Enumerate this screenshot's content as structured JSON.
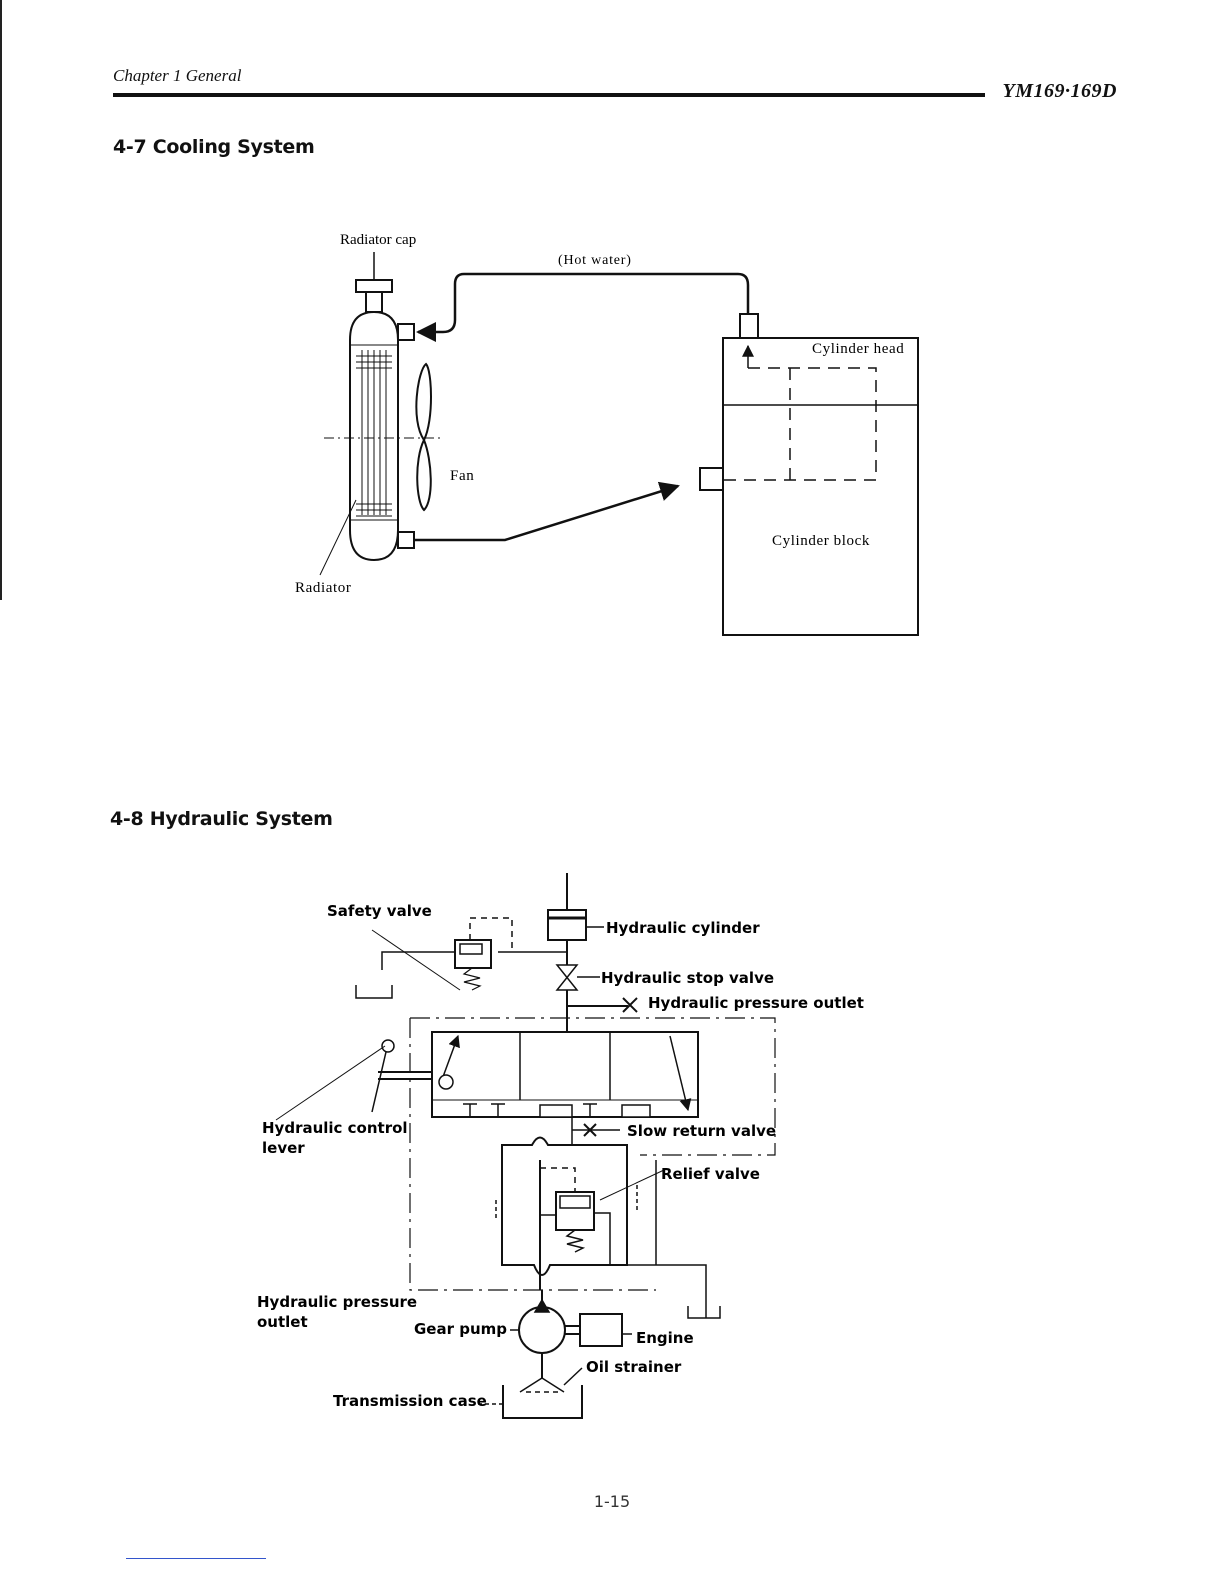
{
  "header": {
    "chapter": "Chapter 1  General",
    "model": "YM169·169D"
  },
  "sections": {
    "cooling": {
      "title": "4-7  Cooling System",
      "labels": {
        "radiator_cap": "Radiator cap",
        "hot_water": "(Hot water)",
        "cylinder_head": "Cylinder head",
        "fan": "Fan",
        "cylinder_block": "Cylinder block",
        "radiator": "Radiator"
      }
    },
    "hydraulic": {
      "title": "4-8  Hydraulic System",
      "labels": {
        "safety_valve": "Safety valve",
        "hydraulic_cylinder": "Hydraulic cylinder",
        "hydraulic_stop_valve": "Hydraulic stop valve",
        "hydraulic_pressure_outlet_top": "Hydraulic pressure outlet",
        "control_lever_line1": "Hydraulic control",
        "control_lever_line2": "lever",
        "slow_return_valve": "Slow return valve",
        "relief_valve": "Relief valve",
        "pressure_outlet_line1": "Hydraulic pressure",
        "pressure_outlet_line2": "outlet",
        "gear_pump": "Gear pump",
        "engine": "Engine",
        "oil_strainer": "Oil strainer",
        "transmission_case": "Transmission case"
      }
    }
  },
  "footer": {
    "page_number": "1-15"
  }
}
